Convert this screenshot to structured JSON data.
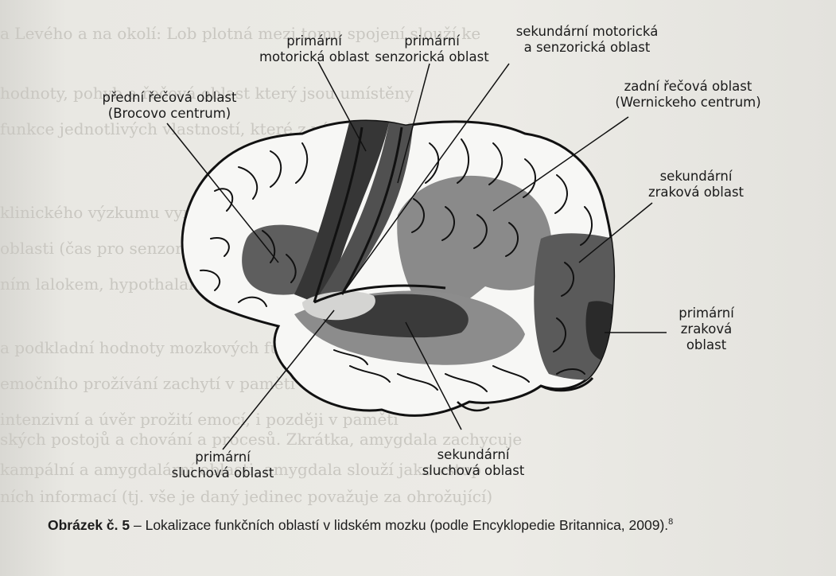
{
  "labels": {
    "primary_motor": [
      "primární",
      "motorická oblast"
    ],
    "primary_sensory": [
      "primární",
      "senzorická oblast"
    ],
    "secondary_motor_sensory": [
      "sekundární motorická",
      "a senzorická oblast"
    ],
    "broca": [
      "přední řečová oblast",
      "(Brocovo centrum)"
    ],
    "wernicke": [
      "zadní řečová oblast",
      "(Wernickeho centrum)"
    ],
    "secondary_visual": [
      "sekundární",
      "zraková oblast"
    ],
    "primary_visual": [
      "primární",
      "zraková",
      "oblast"
    ],
    "primary_auditory": [
      "primární",
      "sluchová oblast"
    ],
    "secondary_auditory": [
      "sekundární",
      "sluchová oblast"
    ]
  },
  "caption": {
    "prefix": "Obrázek č. 5",
    "text": " – Lokalizace funkčních oblastí v lidském mozku (podle Encyklopedie Britannica, 2009).",
    "footnote": "8"
  },
  "colors": {
    "paper": "#ecebe6",
    "dark_region": "#3a3a3a",
    "mid_region": "#5a5a5a",
    "light_region": "#8a8a8a",
    "outline": "#111111"
  }
}
